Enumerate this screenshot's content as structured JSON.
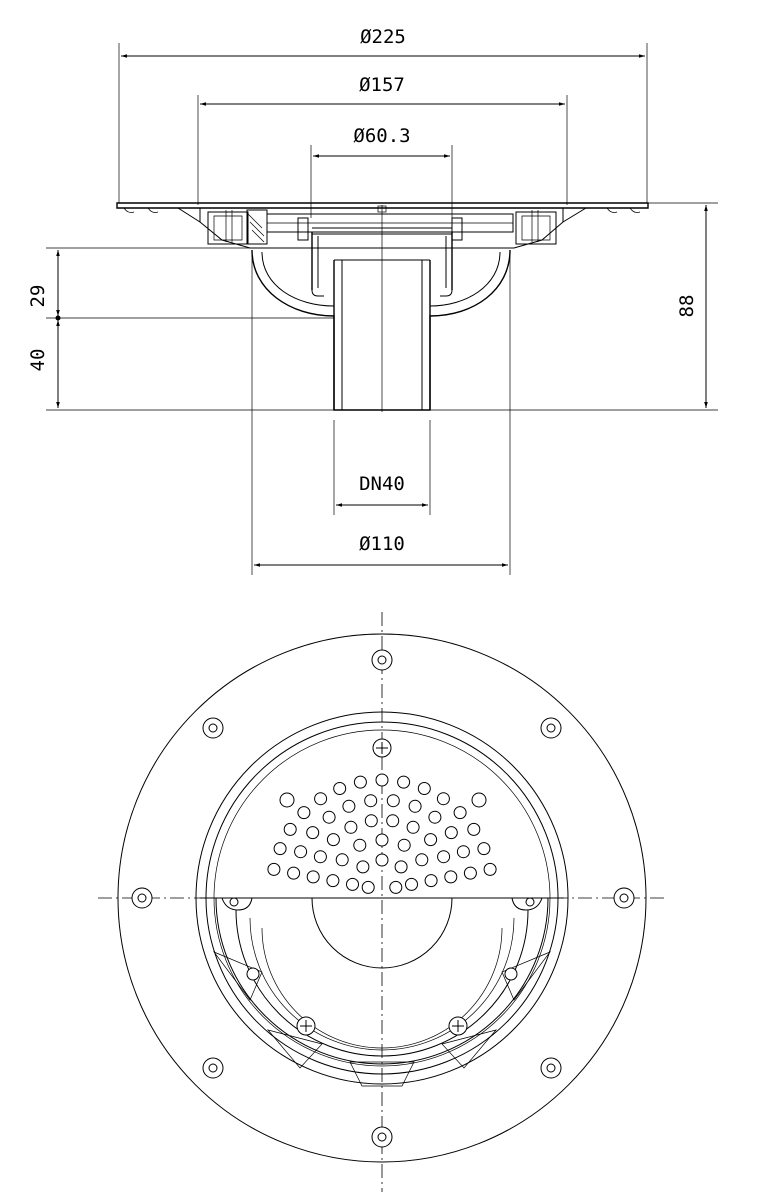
{
  "title": "",
  "side_view": {
    "dimensions": {
      "outer_diameter": "Ø225",
      "flange_diameter": "Ø157",
      "pipe_diameter": "Ø60.3",
      "height_upper": "29",
      "height_lower": "40",
      "total_height": "88",
      "nominal_size": "DN40",
      "body_diameter": "Ø110"
    }
  },
  "top_view": {
    "bolt_hole_count": 8,
    "screw_count": 3,
    "grate_perforation_rows": 6
  }
}
